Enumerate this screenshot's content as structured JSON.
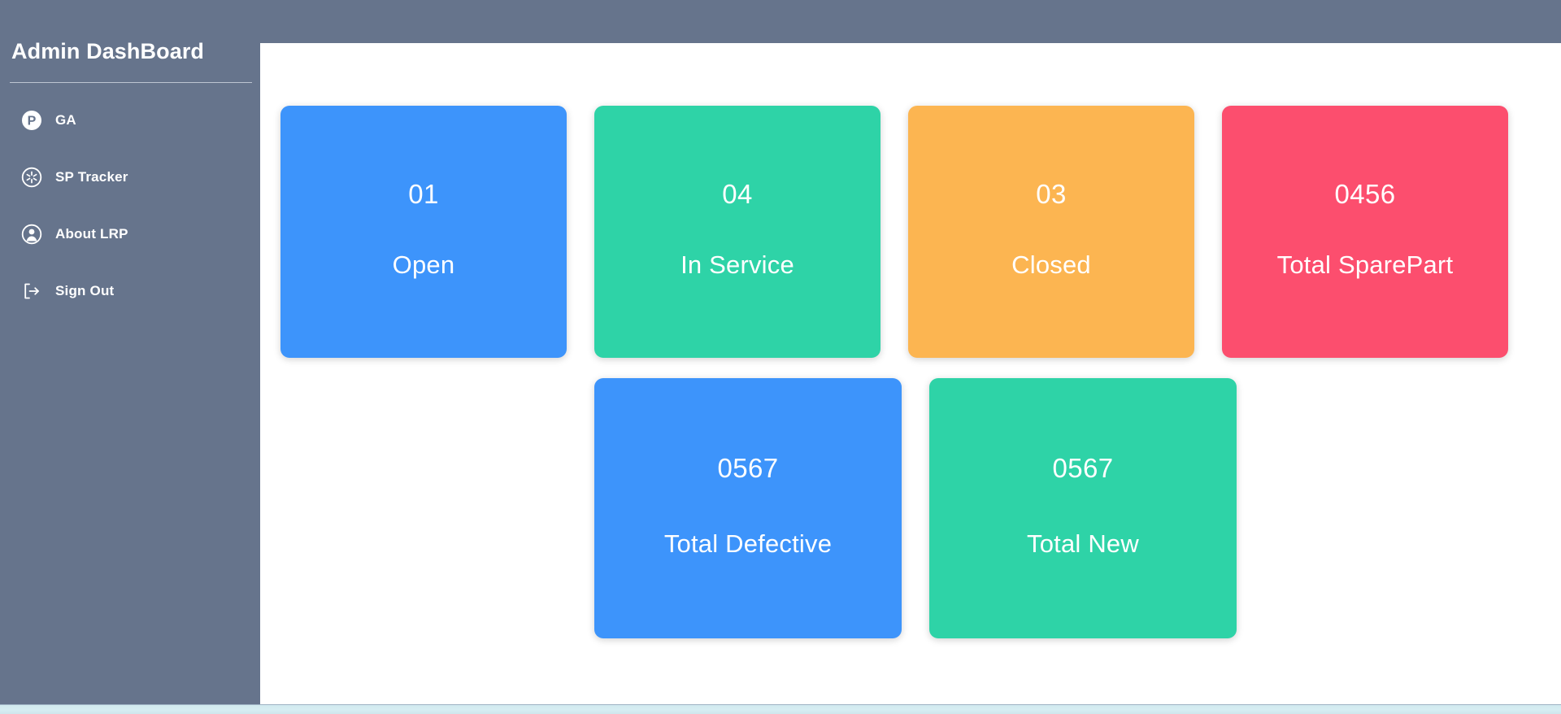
{
  "app": {
    "sidebar_bg": "#66748c",
    "content_bg": "#ffffff",
    "bottom_strip_color": "#d4edf2"
  },
  "sidebar": {
    "title": "Admin DashBoard",
    "items": [
      {
        "label": "GA",
        "icon": "parking-circle-icon"
      },
      {
        "label": "SP Tracker",
        "icon": "snowflake-circle-icon"
      },
      {
        "label": "About LRP",
        "icon": "user-circle-icon"
      },
      {
        "label": "Sign Out",
        "icon": "sign-out-icon"
      }
    ]
  },
  "main": {
    "rows": [
      {
        "cards": [
          {
            "value": "01",
            "label": "Open",
            "color": "#3d94fb"
          },
          {
            "value": "04",
            "label": "In Service",
            "color": "#2ed3a7"
          },
          {
            "value": "03",
            "label": "Closed",
            "color": "#fcb551"
          },
          {
            "value": "0456",
            "label": "Total SparePart",
            "color": "#fc4e6e"
          }
        ]
      },
      {
        "cards": [
          {
            "value": "0567",
            "label": "Total Defective",
            "color": "#3d94fb"
          },
          {
            "value": "0567",
            "label": "Total New",
            "color": "#2ed3a7"
          }
        ]
      }
    ]
  }
}
